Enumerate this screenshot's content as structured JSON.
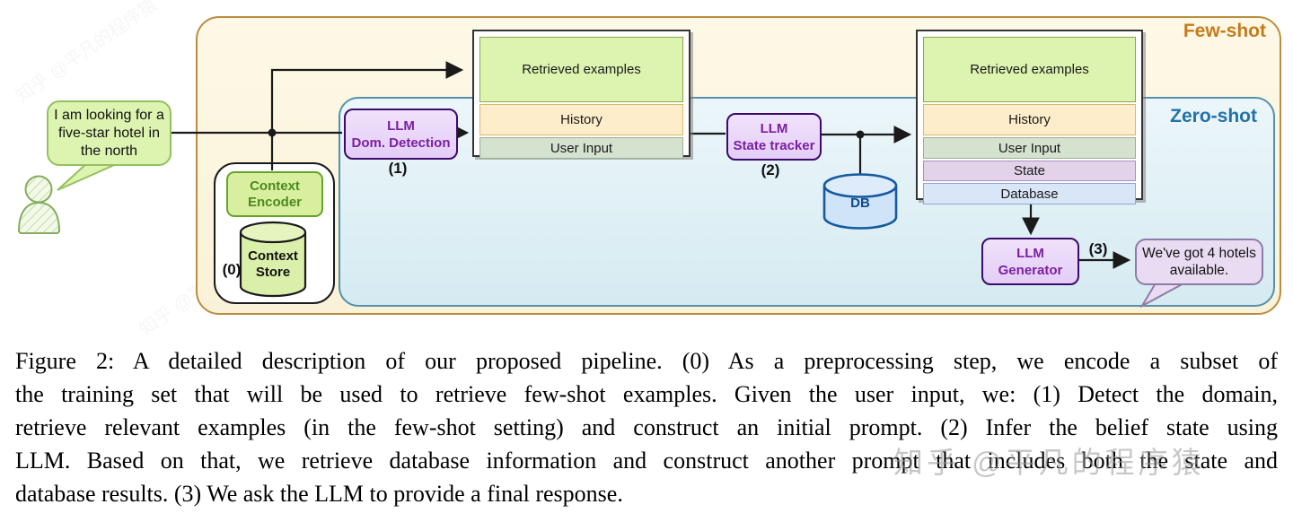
{
  "diagram": {
    "user_utterance": "I am looking for a five-star hotel in the north",
    "few_shot_label": "Few-shot",
    "zero_shot_label": "Zero-shot",
    "context_encoder_label": "Context Encoder",
    "context_store_label": "Context Store",
    "step0_label": "(0)",
    "llm_domain_line1": "LLM",
    "llm_domain_line2": "Dom. Detection",
    "step1_label": "(1)",
    "prompt1": {
      "title": "Retrieved examples",
      "rows": [
        "History",
        "User Input"
      ]
    },
    "llm_state_line1": "LLM",
    "llm_state_line2": "State tracker",
    "step2_label": "(2)",
    "db_label": "DB",
    "prompt2": {
      "title": "Retrieved examples",
      "rows": [
        "History",
        "User Input",
        "State",
        "Database"
      ]
    },
    "llm_generator_line1": "LLM",
    "llm_generator_line2": "Generator",
    "step3_label": "(3)",
    "system_response": "We've got 4 hotels available."
  },
  "caption": {
    "lines": [
      "Figure 2:  A detailed description of our proposed pipeline.  (0) As a preprocessing step, we encode a subset of",
      "the training set that will be used to retrieve few-shot examples. Given the user input, we: (1) Detect the domain,",
      "retrieve relevant examples (in the few-shot setting) and construct an initial prompt. (2) Infer the belief state using",
      "LLM. Based on that, we retrieve database information and construct another prompt that includes both the state and",
      "database results. (3) We ask the LLM to provide a final response."
    ]
  },
  "watermark": "知乎 @平凡的程序猿",
  "colors": {
    "few_shot_border": "#bb8d3f",
    "few_shot_fill": "#fcf7e0",
    "few_shot_text": "#c67b1a",
    "zero_shot_border": "#5590ad",
    "zero_shot_fill": "#ddeef4",
    "zero_shot_text": "#2272a8",
    "llm_box_fill": "#e8d4f8",
    "llm_box_border": "#3c096c",
    "llm_box_text": "#7b1fa2",
    "green_box_fill": "#d8efa0",
    "green_box_border": "#64a427",
    "green_box_text": "#4c8a1f",
    "user_bubble_fill": "#ddf4b0",
    "response_bubble_fill": "#e9dcf2",
    "db_fill": "#cfe4f8",
    "db_stroke": "#1659a0",
    "row_history_fill": "#fdedca",
    "row_user_input_fill": "#d4e2cf",
    "row_state_fill": "#e3d3ea",
    "row_database_fill": "#d8e6f8"
  }
}
